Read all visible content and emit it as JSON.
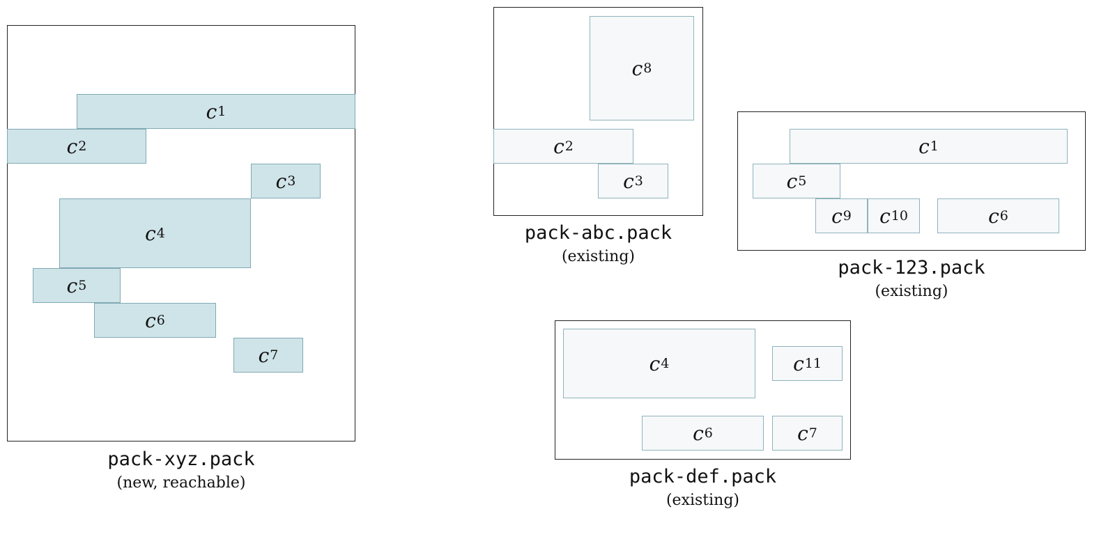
{
  "packs": [
    {
      "name": "pack-xyz.pack",
      "note": "(new, reachable)",
      "chunks": [
        {
          "letter": "c",
          "sub": "1"
        },
        {
          "letter": "c",
          "sub": "2"
        },
        {
          "letter": "c",
          "sub": "3"
        },
        {
          "letter": "c",
          "sub": "4"
        },
        {
          "letter": "c",
          "sub": "5"
        },
        {
          "letter": "c",
          "sub": "6"
        },
        {
          "letter": "c",
          "sub": "7"
        }
      ]
    },
    {
      "name": "pack-abc.pack",
      "note": "(existing)",
      "chunks": [
        {
          "letter": "c",
          "sub": "8"
        },
        {
          "letter": "c",
          "sub": "2"
        },
        {
          "letter": "c",
          "sub": "3"
        }
      ]
    },
    {
      "name": "pack-123.pack",
      "note": "(existing)",
      "chunks": [
        {
          "letter": "c",
          "sub": "1"
        },
        {
          "letter": "c",
          "sub": "5"
        },
        {
          "letter": "c",
          "sub": "9"
        },
        {
          "letter": "c",
          "sub": "10"
        },
        {
          "letter": "c",
          "sub": "6"
        }
      ]
    },
    {
      "name": "pack-def.pack",
      "note": "(existing)",
      "chunks": [
        {
          "letter": "c",
          "sub": "4"
        },
        {
          "letter": "c",
          "sub": "11"
        },
        {
          "letter": "c",
          "sub": "6"
        },
        {
          "letter": "c",
          "sub": "7"
        }
      ]
    }
  ],
  "colors": {
    "new_chunk_fill": "#cfe4e8",
    "existing_chunk_fill": "#f6f8f9",
    "chunk_border": "#7fa9b4"
  }
}
